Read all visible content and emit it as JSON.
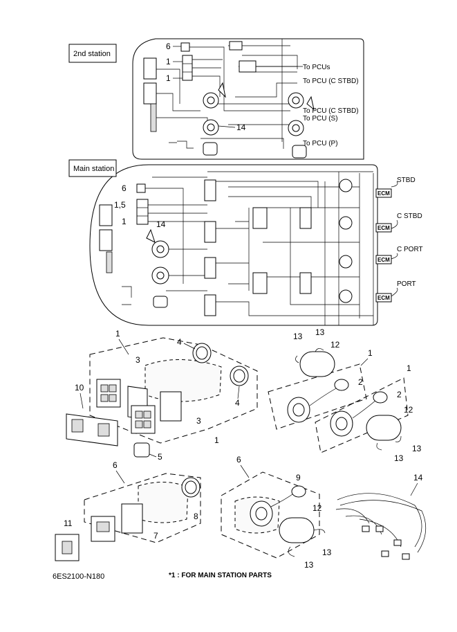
{
  "stations": {
    "second": {
      "title": "2nd station"
    },
    "main": {
      "title": "Main station"
    }
  },
  "second_station_labels": {
    "to_pcus": "To PCUs",
    "to_pcu_c_stbd_1": "To PCU (C STBD)",
    "to_pcu_c_stbd_2": "To PCU (C STBD)",
    "to_pcu_s": "To PCU (S)",
    "to_pcu_p": "To PCU (P)"
  },
  "main_station_labels": {
    "stbd": "STBD",
    "c_stbd": "C STBD",
    "c_port": "C PORT",
    "port": "PORT",
    "ecm": "ECM"
  },
  "callouts": {
    "n1": "1",
    "n1_5": "1,5",
    "n2": "2",
    "n3": "3",
    "n4": "4",
    "n5": "5",
    "n6": "6",
    "n7": "7",
    "n8": "8",
    "n9": "9",
    "n10": "10",
    "n11": "11",
    "n12": "12",
    "n13": "13",
    "n14": "14"
  },
  "footer": {
    "code": "6ES2100-N180",
    "note": "*1 : FOR MAIN STATION PARTS"
  }
}
